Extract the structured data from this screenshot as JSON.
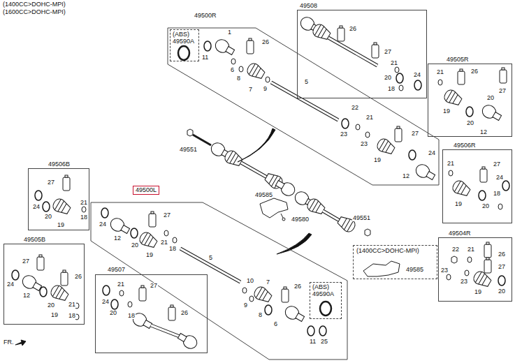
{
  "diagram": {
    "nodes": [
      {
        "text": [
          "49500R"
        ]
      },
      {
        "text": [
          "(ABS)",
          "49590A"
        ],
        "in": 0
      },
      {
        "text": [
          "49508"
        ]
      },
      {
        "text": [
          "49505R"
        ]
      },
      {
        "text": [
          "49506R"
        ]
      },
      {
        "text": [
          "49506B"
        ]
      },
      {
        "text": [
          "49500L"
        ]
      },
      {
        "text": [
          "(ABS)",
          "49590A"
        ],
        "in": 6
      },
      {
        "text": [
          "49505B"
        ]
      },
      {
        "text": [
          "49507"
        ]
      },
      {
        "text": [
          "(1400CC>DOHC-MPI)",
          "49585"
        ]
      },
      {
        "text": [
          "49504R"
        ]
      }
    ],
    "labels": [
      "(1400CC>DOHC-MPI)",
      "(1600CC>DOHC-MPI)",
      "1",
      "26",
      "11",
      "6",
      "8",
      "7",
      "9",
      "5",
      "22",
      "21",
      "27",
      "23",
      "23",
      "24",
      "19",
      "12",
      "26",
      "27",
      "21",
      "24",
      "20",
      "18",
      "21",
      "26",
      "27",
      "20",
      "19",
      "20",
      "12",
      "21",
      "27",
      "24",
      "18",
      "19",
      "20",
      "49551",
      "49585",
      "49580",
      "49551",
      "22",
      "21",
      "26",
      "27",
      "23",
      "23",
      "19",
      "20",
      "27",
      "24",
      "21",
      "20",
      "19",
      "18",
      "27",
      "26",
      "24",
      "12",
      "20",
      "21",
      "19",
      "18",
      "21",
      "27",
      "24",
      "20",
      "18",
      "26",
      "27",
      "24",
      "12",
      "20",
      "21",
      "19",
      "18",
      "5",
      "10",
      "7",
      "26",
      "9",
      "8",
      "6",
      "11",
      "25",
      "FR."
    ]
  }
}
